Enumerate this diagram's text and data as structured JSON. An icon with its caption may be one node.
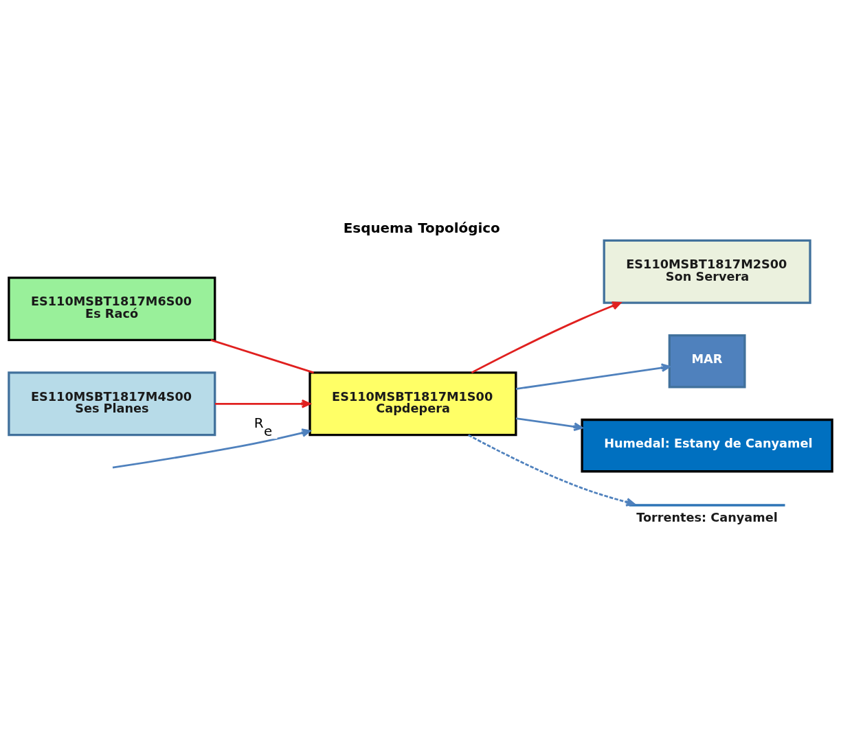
{
  "diagram": {
    "title": "Esquema Topológico",
    "nodes": [
      {
        "text": [
          "ES110MSBT1817M6S00",
          "Es Racó"
        ]
      },
      {
        "text": [
          "ES110MSBT1817M4S00",
          "Ses Planes"
        ]
      },
      {
        "text": [
          "ES110MSBT1817M1S00",
          "Capdepera"
        ]
      },
      {
        "text": [
          "ES110MSBT1817M2S00",
          "Son Servera"
        ]
      },
      {
        "text": [
          "MAR"
        ]
      },
      {
        "text": [
          "Humedal: Estany de Canyamel"
        ]
      },
      {
        "text": [
          "Torrentes: Canyamel"
        ]
      }
    ],
    "edges": [
      {
        "from": 0,
        "to": 2,
        "arrow": "none",
        "color": "#e0201f"
      },
      {
        "from": 1,
        "to": 2,
        "arrow": "to",
        "color": "#e0201f"
      },
      {
        "from": 2,
        "to": 3,
        "arrow": "to",
        "color": "#e0201f"
      },
      {
        "from": null,
        "to": 2,
        "arrow": "to",
        "label": "R$_{e}$"
      },
      {
        "from": 2,
        "to": 4,
        "arrow": "to"
      },
      {
        "from": 2,
        "to": 5,
        "arrow": "to"
      },
      {
        "from": 2,
        "to": 6,
        "arrow": "to",
        "style": "dashed"
      }
    ]
  }
}
